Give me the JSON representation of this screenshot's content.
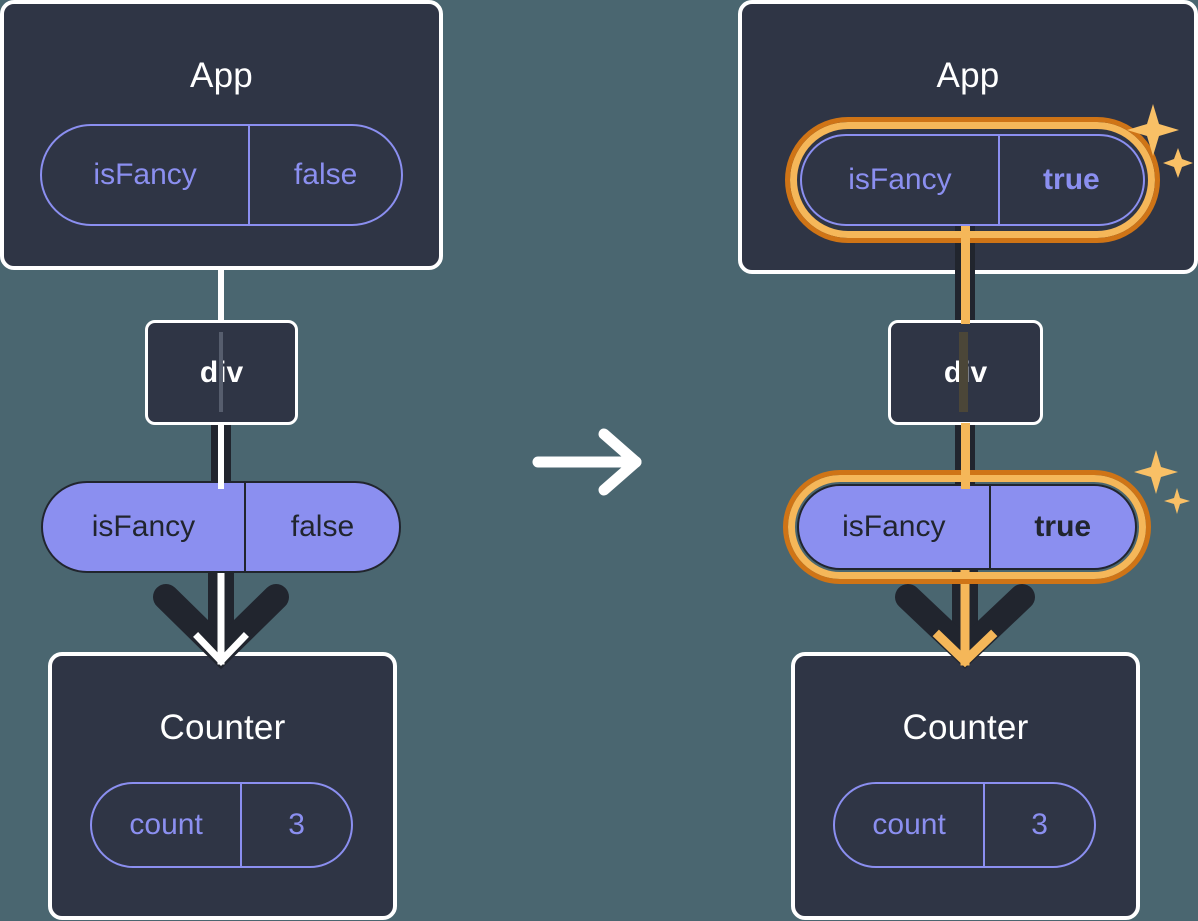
{
  "diagram": {
    "title": "React prop drilling state update",
    "background_color": "#4a6670",
    "transition_icon": "arrow-right-icon",
    "colors": {
      "box_fill": "#2f3545",
      "box_border": "#ffffff",
      "pill_purple": "#8b8ff0",
      "line_dark": "#21252e",
      "highlight_orange": "#f5b759",
      "highlight_orange_dark": "#cf7416",
      "sparkle": "#f9c066"
    }
  },
  "before": {
    "app": {
      "title": "App",
      "state_pill": {
        "key": "isFancy",
        "value": "false",
        "style": "outline",
        "highlighted": false
      }
    },
    "div": {
      "label": "div"
    },
    "prop_pill": {
      "key": "isFancy",
      "value": "false",
      "style": "filled",
      "highlighted": false
    },
    "counter": {
      "title": "Counter",
      "state_pill": {
        "key": "count",
        "value": "3",
        "style": "outline",
        "highlighted": false
      }
    }
  },
  "after": {
    "app": {
      "title": "App",
      "state_pill": {
        "key": "isFancy",
        "value": "true",
        "style": "outline",
        "highlighted": true,
        "sparkle": "sparkles-icon"
      }
    },
    "div": {
      "label": "div"
    },
    "prop_pill": {
      "key": "isFancy",
      "value": "true",
      "style": "filled",
      "highlighted": true,
      "sparkle": "sparkles-icon"
    },
    "counter": {
      "title": "Counter",
      "state_pill": {
        "key": "count",
        "value": "3",
        "style": "outline",
        "highlighted": false
      }
    }
  }
}
